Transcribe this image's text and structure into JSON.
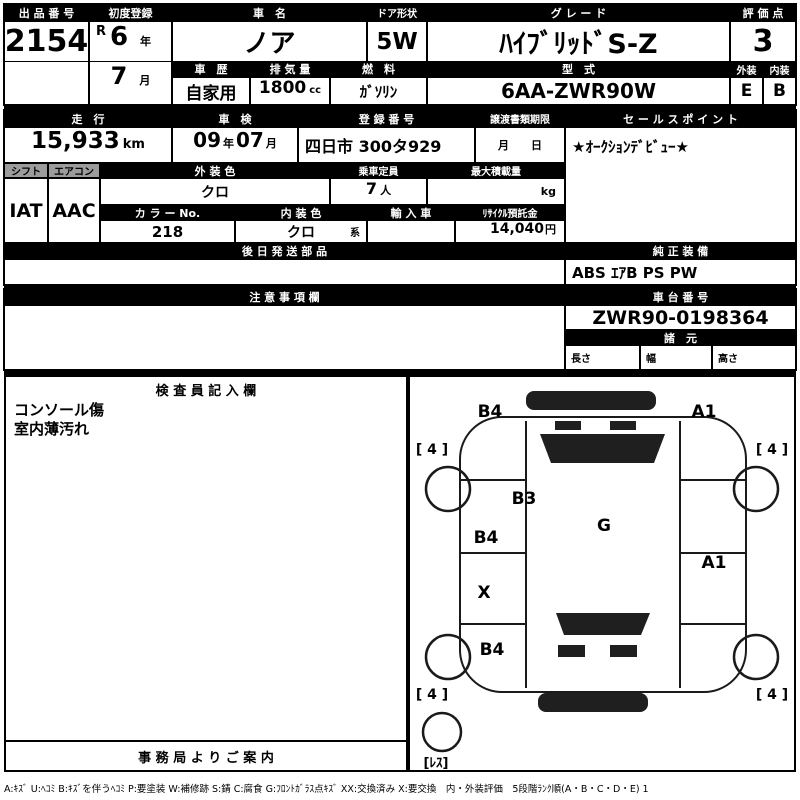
{
  "top": {
    "auction_no_label": "出 品 番 号",
    "auction_no": "2154",
    "first_reg_label": "初度登録",
    "first_reg": {
      "era": "R",
      "year": "6",
      "year_unit": "年",
      "month": "7",
      "month_unit": "月"
    },
    "car_name_label": "車　名",
    "car_name": "ノア",
    "door_label": "ドア形状",
    "door": "5W",
    "grade_label": "グ レ ー ド",
    "grade": "ﾊｲﾌﾞﾘｯﾄﾞS-Z",
    "score_label": "評 価 点",
    "score": "3",
    "history_label": "車　歴",
    "history": "自家用",
    "displacement_label": "排 気 量",
    "displacement": "1800",
    "displacement_unit": "cc",
    "fuel_label": "燃　料",
    "fuel": "ｶﾞｿﾘﾝ",
    "model_label": "型　式",
    "model": "6AA-ZWR90W",
    "exterior_label": "外装",
    "exterior_grade": "E",
    "interior_label": "内装",
    "interior_grade": "B"
  },
  "reg": {
    "mileage_label": "走　行",
    "mileage": "15,933",
    "mileage_unit": "km",
    "inspection_label": "車　検",
    "inspection_year": "09",
    "inspection_year_unit": "年",
    "inspection_month": "07",
    "inspection_month_unit": "月",
    "reg_no_label": "登 録 番 号",
    "reg_no": "四日市 300タ929",
    "transfer_label": "譲渡書類期限",
    "transfer_value": "月　　日",
    "sales_label": "セ ー ル ス ポ イ ン ト",
    "sales_point": "★ｵｰｸｼｮﾝﾃﾞﾋﾞｭｰ★"
  },
  "details": {
    "shift_label": "シフト",
    "shift": "IAT",
    "aircon_label": "エアコン",
    "aircon": "AAC",
    "ext_color_label": "外 装 色",
    "ext_color": "クロ",
    "capacity_label": "乗車定員",
    "capacity": "7",
    "capacity_unit": "人",
    "max_load_label": "最大積載量",
    "max_load_unit": "kg",
    "color_no_label": "カ ラ ー No.",
    "color_no": "218",
    "int_color_label": "内 装 色",
    "int_color": "クロ",
    "int_color_suffix": "系",
    "import_label": "輸 入 車",
    "import_value": "",
    "recycle_label": "ﾘｻｲｸﾙ預託金",
    "recycle": "14,040",
    "recycle_unit": "円"
  },
  "parts": {
    "label": "後 日 発 送 部 品",
    "value": ""
  },
  "equipment": {
    "label": "純 正 装 備",
    "value": "ABS ｴｱB PS PW"
  },
  "notes": {
    "label": "注 意 事 項 欄",
    "value": ""
  },
  "chassis": {
    "label": "車 台 番 号",
    "value": "ZWR90-0198364"
  },
  "specs": {
    "label": "諸　元",
    "length_label": "長さ",
    "width_label": "幅",
    "height_label": "高さ"
  },
  "inspector": {
    "label": "検 査 員 記 入 欄",
    "notes": [
      "コンソール傷",
      "室内薄汚れ"
    ]
  },
  "office": {
    "label": "事 務 局 よ り ご 案 内"
  },
  "diagram": {
    "marks": {
      "front_left": "B4",
      "front_right": "A1",
      "tire_front_left": "[ 4 ]",
      "tire_front_right": "[ 4 ]",
      "front_door_left": "B3",
      "left_front": "B4",
      "roof_center": "G",
      "right_side": "A1",
      "left_rear_door": "X",
      "rear_left": "B4",
      "tire_rear_left": "[ 4 ]",
      "tire_rear_right": "[ 4 ]",
      "spare_tire": "[ﾚｽ]"
    }
  },
  "legend": "A:ｷｽﾞ U:ﾍｺﾐ B:ｷｽﾞを伴うﾍｺﾐ P:要塗装 W:補修跡 S:錆 C:腐食 G:ﾌﾛﾝﾄｶﾞﾗｽ点ｷｽﾞ XX:交換済み X:要交換　内・外装評価　5段階ﾗﾝｸ順(A・B・C・D・E) 1"
}
